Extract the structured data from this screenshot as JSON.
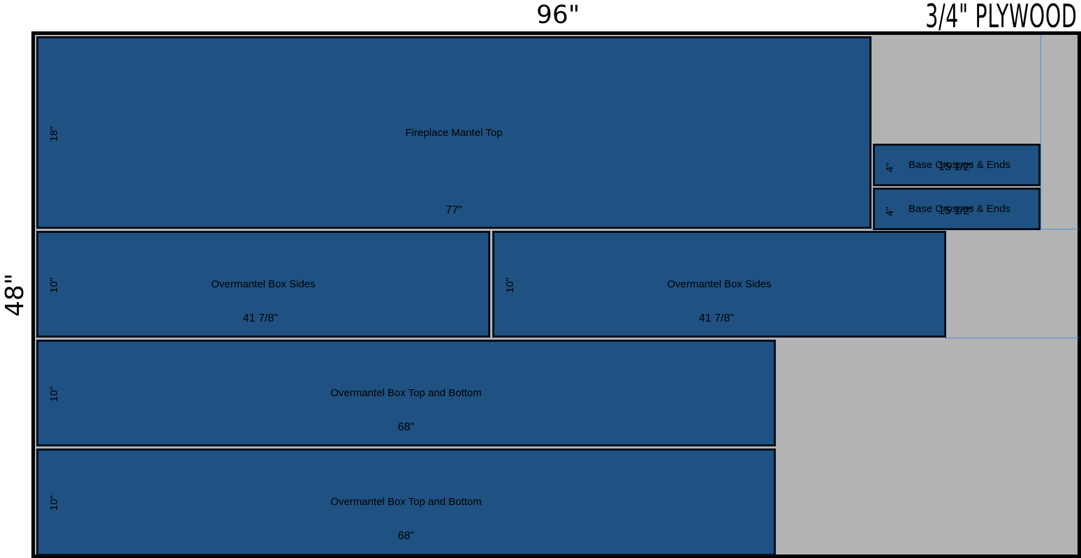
{
  "sheet": {
    "width_label": "96\"",
    "height_label": "48\"",
    "material_label": "3/4\" PLYWOOD",
    "piece_color": "#1f5282",
    "offcut_color": "#b3b3b3"
  },
  "pieces": [
    {
      "name": "Fireplace Mantel Top",
      "length": "77\"",
      "width": "18\""
    },
    {
      "name": "Base Crosses & Ends",
      "length": "15 1/2\"",
      "width": "4\""
    },
    {
      "name": "Base Crosses & Ends",
      "length": "15 1/2\"",
      "width": "4\""
    },
    {
      "name": "Overmantel Box Sides",
      "length": "41 7/8\"",
      "width": "10\""
    },
    {
      "name": "Overmantel Box Sides",
      "length": "41 7/8\"",
      "width": "10\""
    },
    {
      "name": "Overmantel Box Top and Bottom",
      "length": "68\"",
      "width": "10\""
    },
    {
      "name": "Overmantel Box Top and Bottom",
      "length": "68\"",
      "width": "10\""
    }
  ]
}
